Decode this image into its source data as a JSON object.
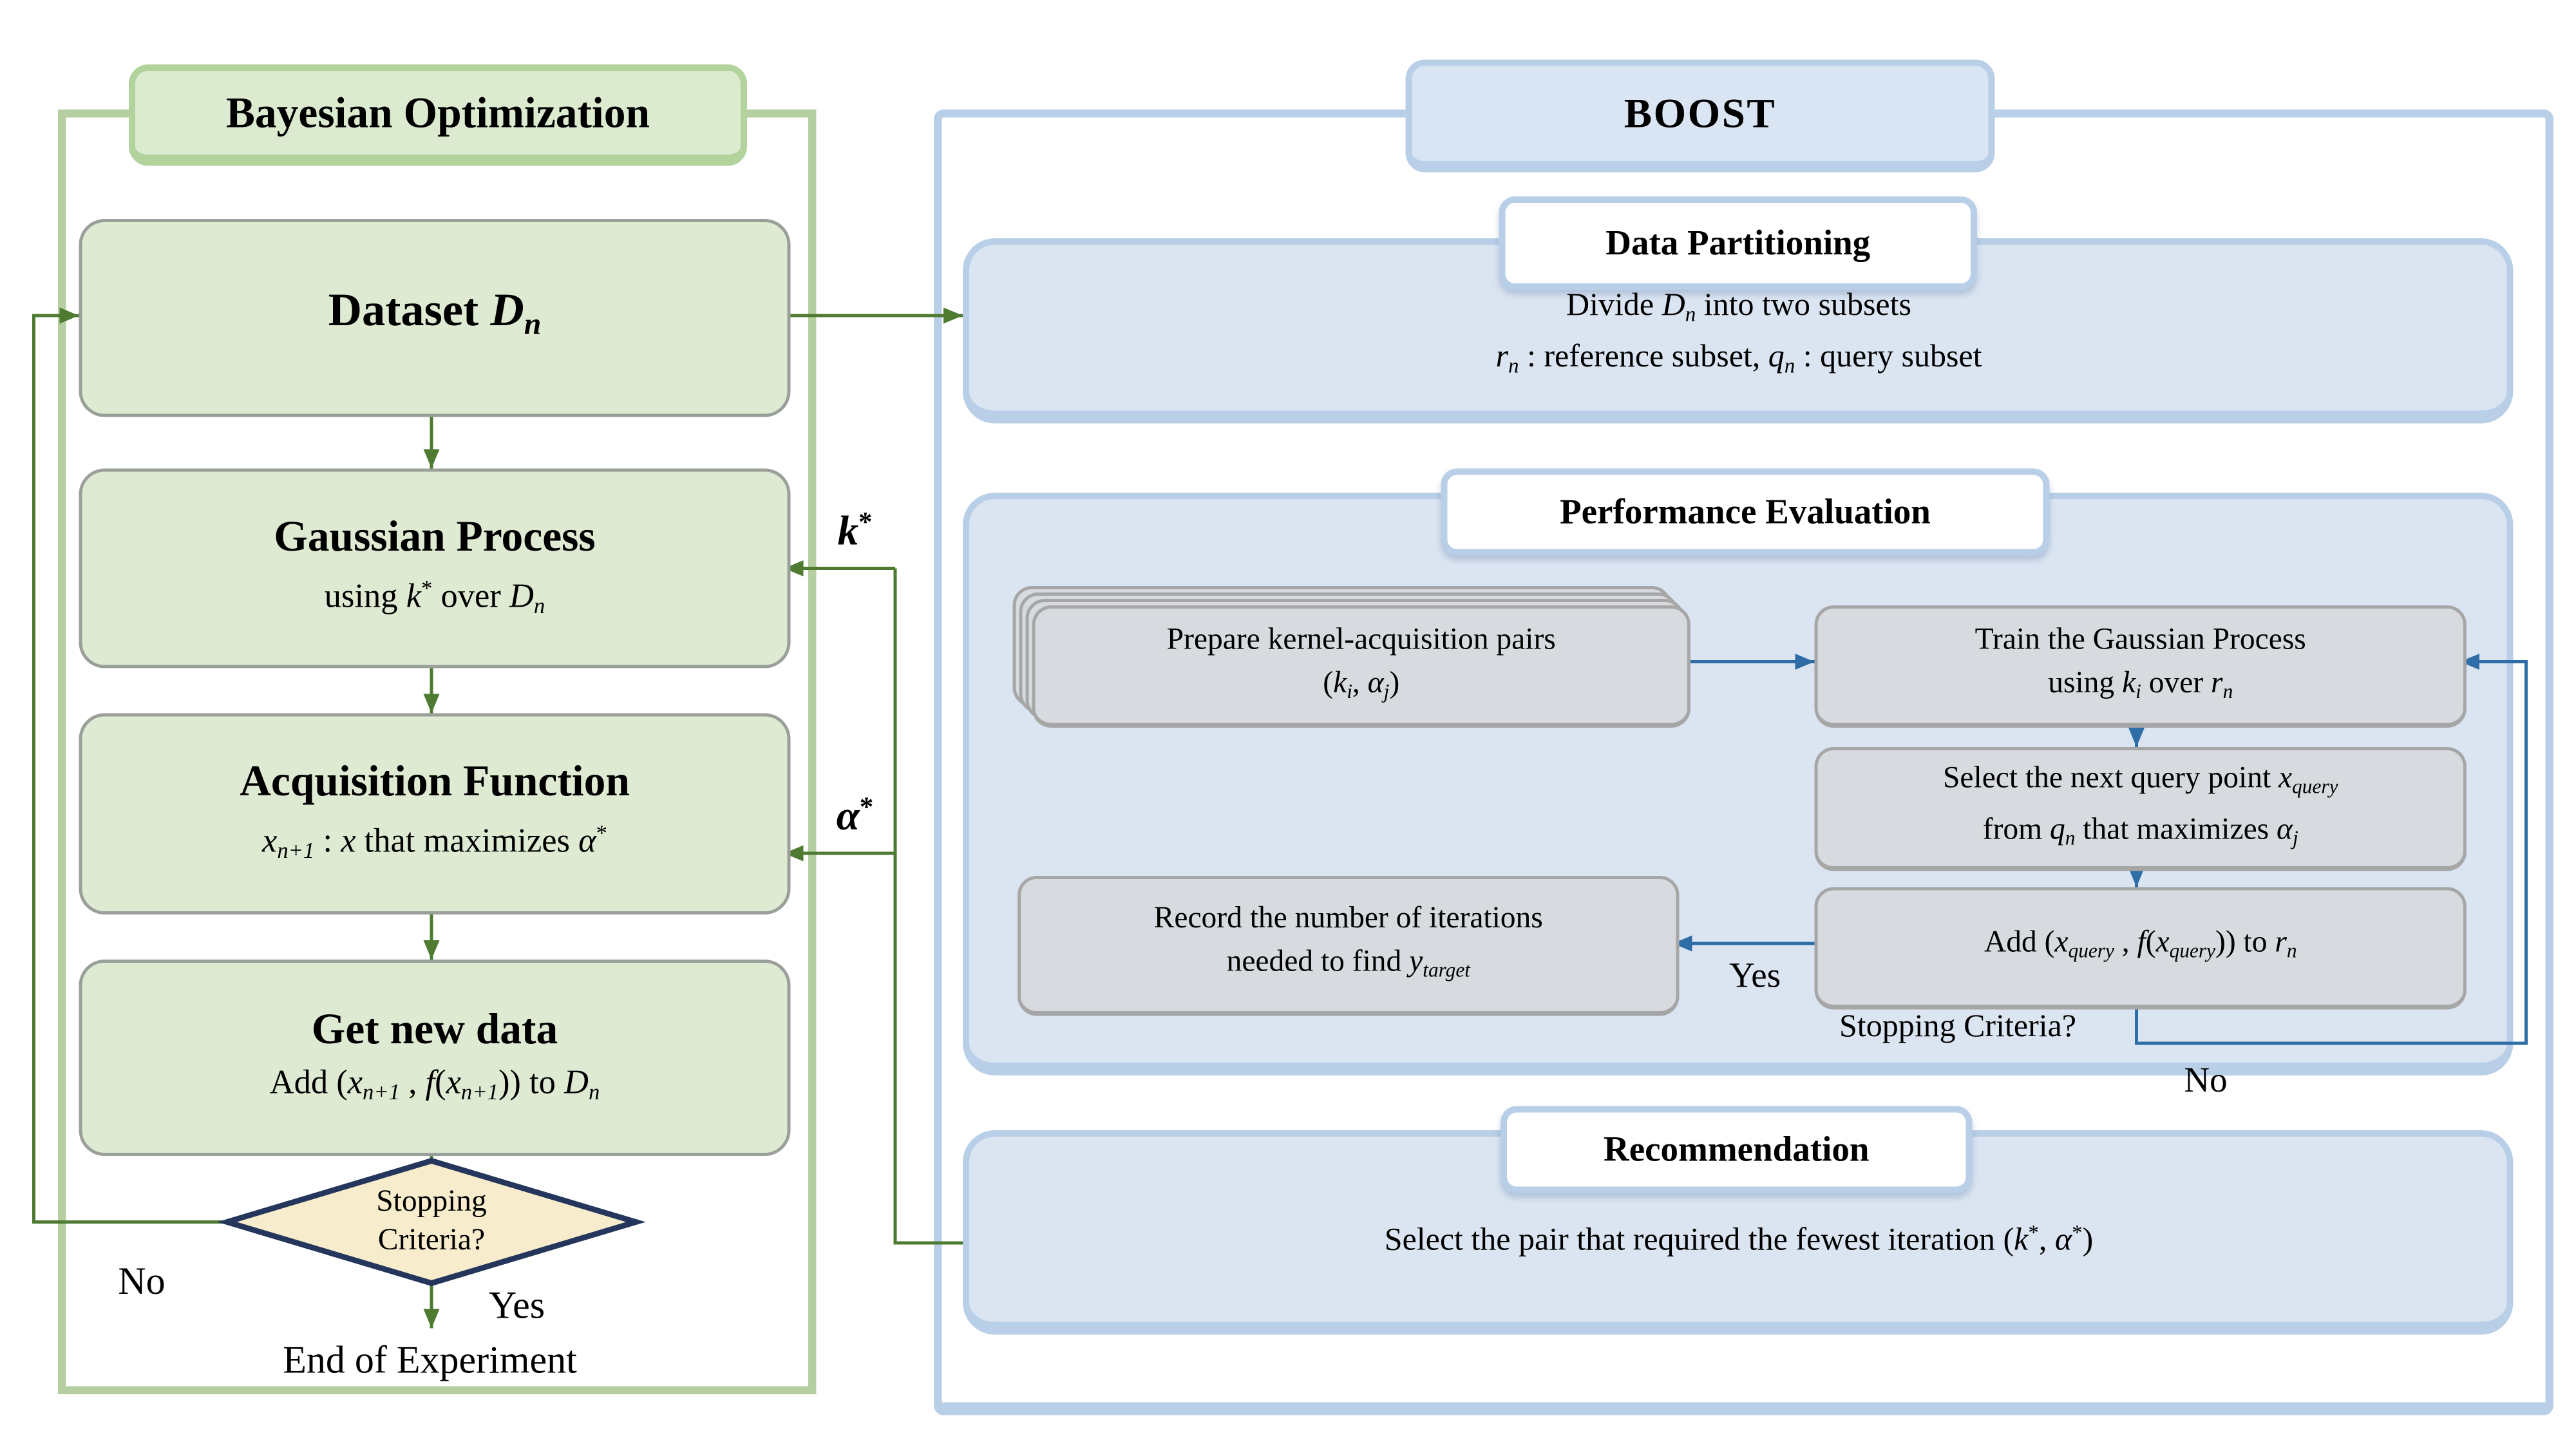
{
  "colors": {
    "green-border": "#b5cfa1",
    "green-fill": "#dfead3",
    "green-hdr-fill": "#dcebd0",
    "green-hdr-border": "#b2d39c",
    "green-line": "#4e7b31",
    "blue-border": "#b9cfe7",
    "blue-fill": "#dbe5f2",
    "blue-hdr-fill": "#d9e5f3",
    "gray-fill": "#d7dade",
    "gray-border": "#a6a6a6",
    "blue-line": "#2e6da6",
    "diamond-fill": "#f7edcd",
    "diamond-border": "#24365c",
    "ink": "#000000"
  },
  "bo": {
    "header": "Bayesian Optimization",
    "dataset": {
      "title": [
        {
          "t": "Dataset ",
          "b": true
        },
        {
          "t": "D",
          "b": true,
          "i": true
        },
        {
          "t": "n",
          "i": true,
          "sub": true
        }
      ]
    },
    "gp": {
      "title": "Gaussian Process",
      "sub": [
        {
          "t": "using "
        },
        {
          "t": "k",
          "i": true
        },
        {
          "t": "*",
          "sup": true
        },
        {
          "t": " over "
        },
        {
          "t": "D",
          "i": true
        },
        {
          "t": "n",
          "i": true,
          "sub": true
        }
      ]
    },
    "af": {
      "title": "Acquisition Function",
      "sub": [
        {
          "t": "x",
          "i": true
        },
        {
          "t": "n+1",
          "i": true,
          "sub": true
        },
        {
          "t": " : "
        },
        {
          "t": "x",
          "i": true
        },
        {
          "t": " that maximizes "
        },
        {
          "t": "α",
          "i": true
        },
        {
          "t": "*",
          "sup": true
        }
      ]
    },
    "get": {
      "title": "Get new data",
      "sub": [
        {
          "t": "Add ("
        },
        {
          "t": "x",
          "i": true
        },
        {
          "t": "n+1",
          "i": true,
          "sub": true
        },
        {
          "t": " , "
        },
        {
          "t": "f",
          "i": true
        },
        {
          "t": "("
        },
        {
          "t": "x",
          "i": true
        },
        {
          "t": "n+1",
          "i": true,
          "sub": true
        },
        {
          "t": ")) to "
        },
        {
          "t": "D",
          "i": true
        },
        {
          "t": "n",
          "i": true,
          "sub": true
        }
      ]
    },
    "diamond": {
      "line1": "Stopping",
      "line2": "Criteria?"
    },
    "no_label": "No",
    "yes_label": "Yes",
    "end_label": "End of Experiment"
  },
  "mid": {
    "k_star": [
      {
        "t": "k",
        "i": true,
        "b": true
      },
      {
        "t": "*",
        "sup": true,
        "b": true
      }
    ],
    "alpha_star": [
      {
        "t": "α",
        "i": true,
        "b": true
      },
      {
        "t": "*",
        "sup": true,
        "b": true
      }
    ]
  },
  "boost": {
    "header": "BOOST",
    "dp": {
      "header": "Data Partitioning",
      "line1": [
        {
          "t": "Divide "
        },
        {
          "t": "D",
          "i": true
        },
        {
          "t": "n",
          "i": true,
          "sub": true
        },
        {
          "t": " into two subsets"
        }
      ],
      "line2": [
        {
          "t": "r",
          "i": true
        },
        {
          "t": "n",
          "i": true,
          "sub": true
        },
        {
          "t": " : reference subset, "
        },
        {
          "t": "q",
          "i": true
        },
        {
          "t": "n",
          "i": true,
          "sub": true
        },
        {
          "t": " : query subset"
        }
      ]
    },
    "pe": {
      "header": "Performance Evaluation",
      "prepare": {
        "line1": "Prepare kernel-acquisition pairs",
        "line2": [
          {
            "t": "("
          },
          {
            "t": "k",
            "i": true
          },
          {
            "t": "i",
            "i": true,
            "sub": true
          },
          {
            "t": ", "
          },
          {
            "t": "α",
            "i": true
          },
          {
            "t": "j",
            "i": true,
            "sub": true
          },
          {
            "t": ")"
          }
        ]
      },
      "train": {
        "line1": "Train the Gaussian Process",
        "line2": [
          {
            "t": "using "
          },
          {
            "t": "k",
            "i": true
          },
          {
            "t": "i",
            "i": true,
            "sub": true
          },
          {
            "t": " over "
          },
          {
            "t": "r",
            "i": true
          },
          {
            "t": "n",
            "i": true,
            "sub": true
          }
        ]
      },
      "select": {
        "line1": [
          {
            "t": "Select the next query point "
          },
          {
            "t": "x",
            "i": true
          },
          {
            "t": "query",
            "i": true,
            "sub": true
          }
        ],
        "line2": [
          {
            "t": "from "
          },
          {
            "t": "q",
            "i": true
          },
          {
            "t": "n",
            "i": true,
            "sub": true
          },
          {
            "t": " that maximizes "
          },
          {
            "t": "α",
            "i": true
          },
          {
            "t": "j",
            "i": true,
            "sub": true
          }
        ]
      },
      "add": {
        "line": [
          {
            "t": "Add ("
          },
          {
            "t": "x",
            "i": true
          },
          {
            "t": "query",
            "i": true,
            "sub": true
          },
          {
            "t": " , "
          },
          {
            "t": "f",
            "i": true
          },
          {
            "t": "("
          },
          {
            "t": "x",
            "i": true
          },
          {
            "t": "query",
            "i": true,
            "sub": true
          },
          {
            "t": ")) to "
          },
          {
            "t": "r",
            "i": true
          },
          {
            "t": "n",
            "i": true,
            "sub": true
          }
        ]
      },
      "record": {
        "line1": "Record the number of iterations",
        "line2": [
          {
            "t": "needed to find "
          },
          {
            "t": "y",
            "i": true
          },
          {
            "t": "target",
            "i": true,
            "sub": true
          }
        ]
      },
      "stopping_label": "Stopping Criteria?",
      "yes_label": "Yes",
      "no_label": "No"
    },
    "rec": {
      "header": "Recommendation",
      "line": [
        {
          "t": "Select the pair that required the fewest iteration ("
        },
        {
          "t": "k",
          "i": true
        },
        {
          "t": "*",
          "sup": true
        },
        {
          "t": ", "
        },
        {
          "t": "α",
          "i": true
        },
        {
          "t": "*",
          "sup": true
        },
        {
          "t": ")"
        }
      ]
    }
  }
}
